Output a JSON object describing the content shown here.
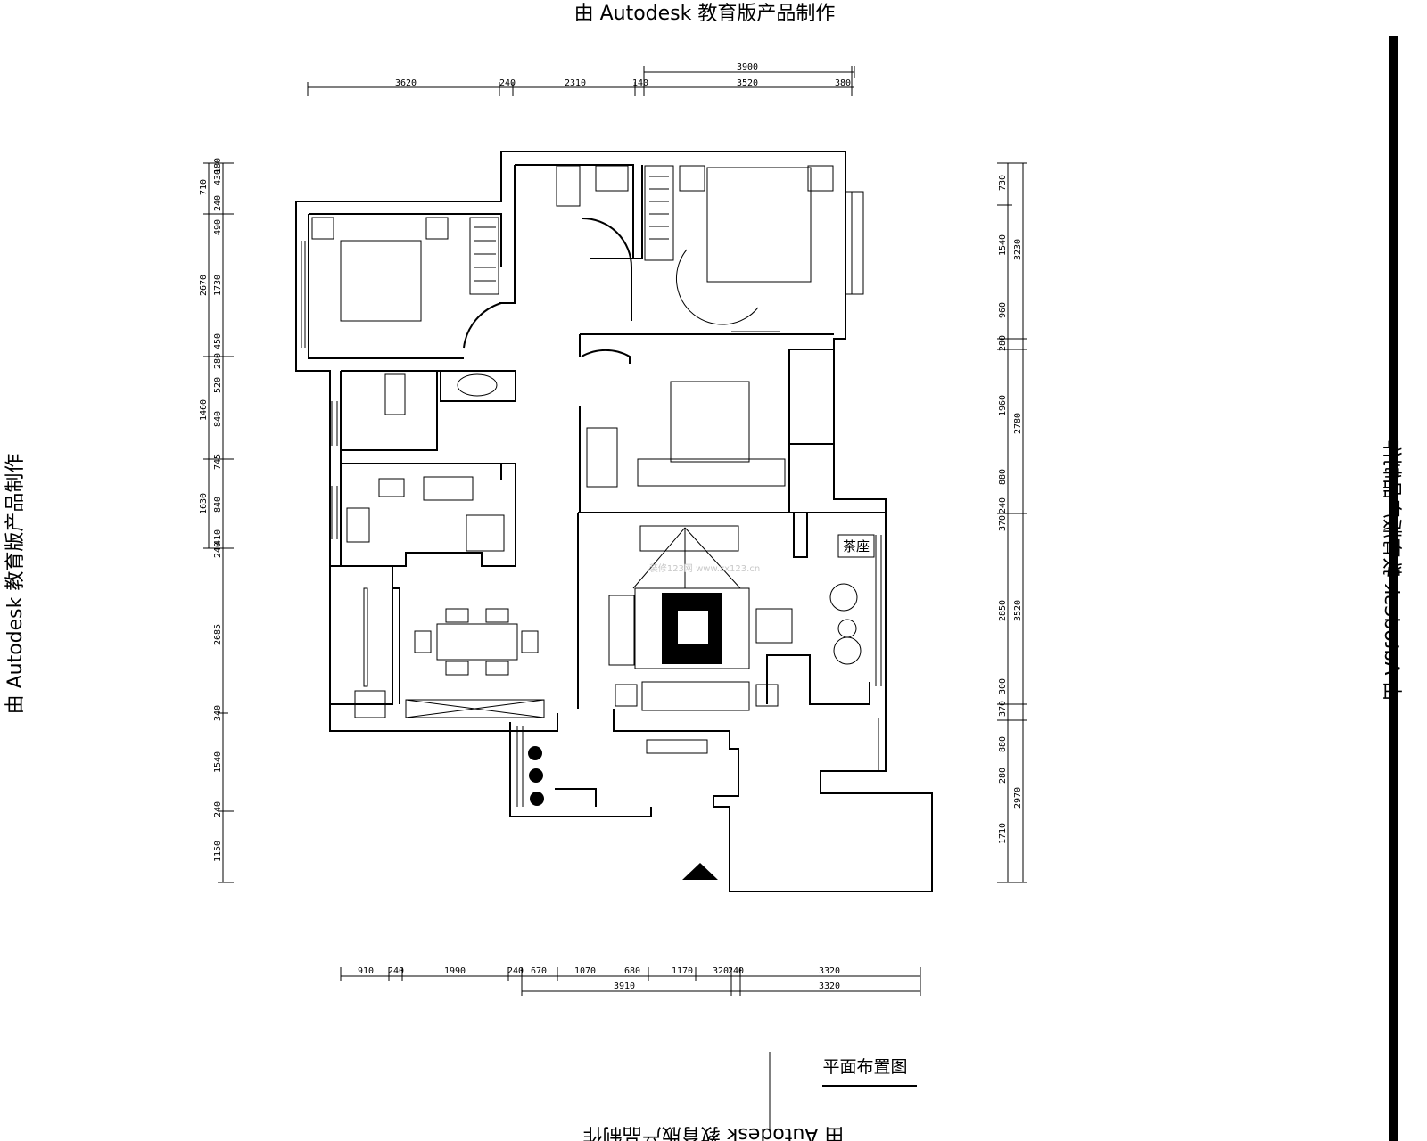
{
  "watermark": "由 Autodesk 教育版产品制作",
  "drawing_title": "平面布置图",
  "room_labels": {
    "tea_area": "茶座"
  },
  "site_watermark": "装修123网  www.zx123.cn",
  "dimensions": {
    "top": {
      "overall": "3900",
      "segments": [
        "3620",
        "240",
        "2310",
        "140",
        "3520",
        "380"
      ]
    },
    "left_outer": [
      "710",
      "2670",
      "1460",
      "1630"
    ],
    "left_inner": [
      "180",
      "430",
      "240",
      "490",
      "1730",
      "450",
      "280",
      "520",
      "840",
      "745",
      "840",
      "410",
      "240",
      "2685",
      "340",
      "1540",
      "240",
      "1150"
    ],
    "right_inner": [
      "730",
      "1540",
      "960",
      "280",
      "1960",
      "880",
      "240",
      "370",
      "2850",
      "300",
      "370",
      "880",
      "280",
      "1710"
    ],
    "right_outer": [
      "3230",
      "2780",
      "3520",
      "2970"
    ],
    "bottom": {
      "segments": [
        "910",
        "240",
        "1990",
        "240",
        "670",
        "1070",
        "680",
        "1170",
        "320",
        "240",
        "3320"
      ],
      "totals": [
        "3910",
        "3320"
      ]
    }
  }
}
